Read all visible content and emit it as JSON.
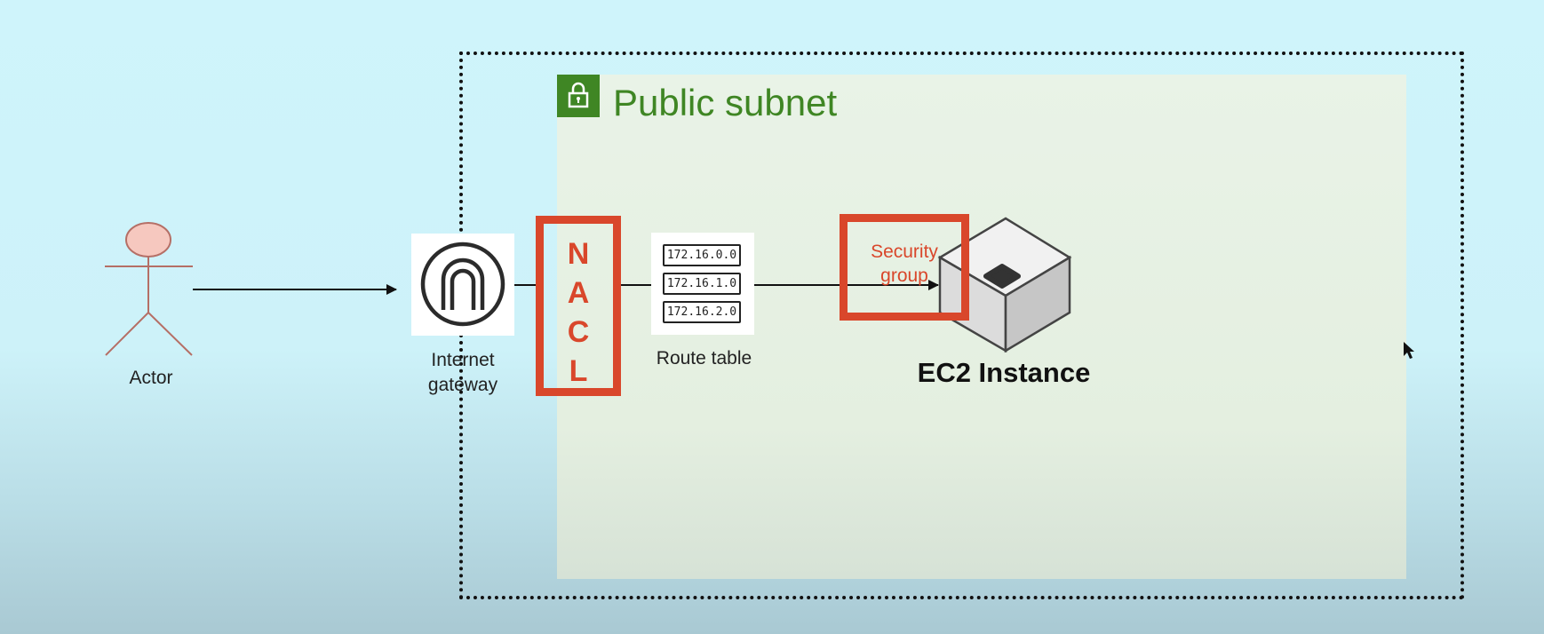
{
  "subnet": {
    "title": "Public subnet",
    "icon": "lock-icon",
    "color": "#3f8624"
  },
  "actor": {
    "label": "Actor",
    "icon": "stick-figure-icon"
  },
  "internet_gateway": {
    "label": "Internet\ngateway",
    "icon": "internet-gateway-arch-icon"
  },
  "nacl": {
    "letters": [
      "N",
      "A",
      "C",
      "L"
    ],
    "color": "#d9472b"
  },
  "route_table": {
    "label": "Route table",
    "entries": [
      "172.16.0.0",
      "172.16.1.0",
      "172.16.2.0"
    ]
  },
  "security_group": {
    "label": "Security\ngroup",
    "color": "#d9472b"
  },
  "ec2": {
    "label": "EC2 Instance",
    "icon": "ec2-cube-icon"
  }
}
